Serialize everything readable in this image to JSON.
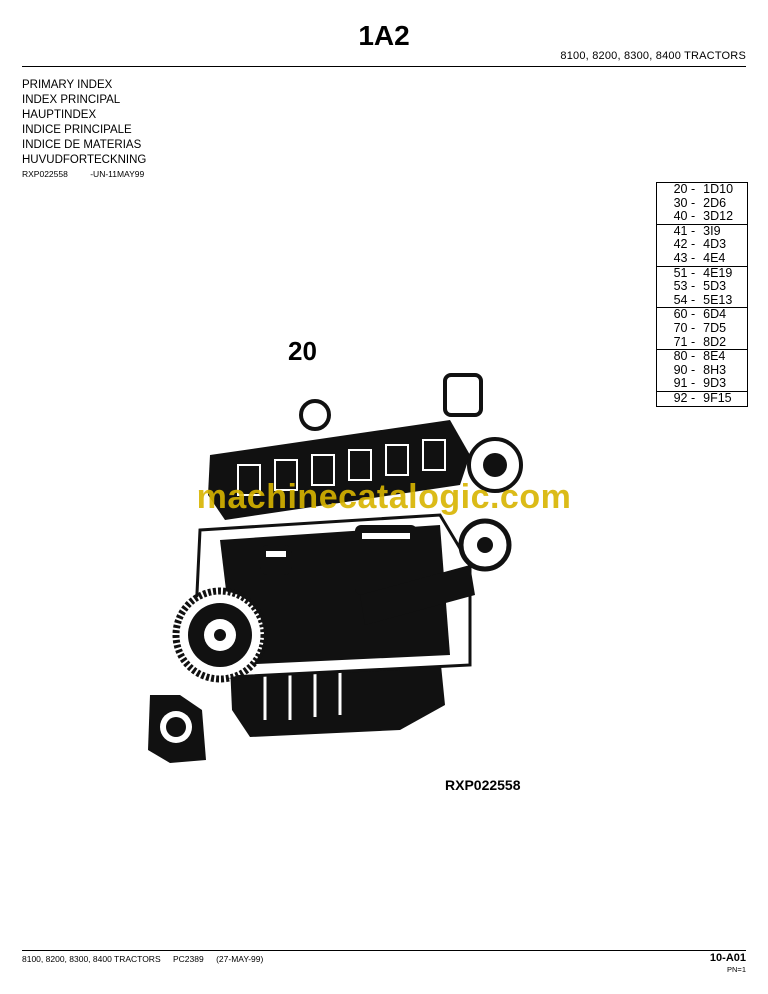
{
  "header": {
    "title": "1A2",
    "models": "8100, 8200, 8300, 8400 TRACTORS"
  },
  "index_titles": [
    "PRIMARY INDEX",
    "INDEX PRINCIPAL",
    "HAUPTINDEX",
    "INDICE PRINCIPALE",
    "INDICE DE MATERIAS",
    "HUVUDFORTECKNING"
  ],
  "reference": {
    "code": "RXP022558",
    "date": "-UN-11MAY99"
  },
  "index_table": [
    [
      {
        "section": "20 -",
        "page": "1D10"
      },
      {
        "section": "30 -",
        "page": "2D6"
      },
      {
        "section": "40 -",
        "page": "3D12"
      }
    ],
    [
      {
        "section": "41 -",
        "page": "3I9"
      },
      {
        "section": "42 -",
        "page": "4D3"
      },
      {
        "section": "43 -",
        "page": "4E4"
      }
    ],
    [
      {
        "section": "51 -",
        "page": "4E19"
      },
      {
        "section": "53 -",
        "page": "5D3"
      },
      {
        "section": "54 -",
        "page": "5E13"
      }
    ],
    [
      {
        "section": "60 -",
        "page": "6D4"
      },
      {
        "section": "70 -",
        "page": "7D5"
      },
      {
        "section": "71 -",
        "page": "8D2"
      }
    ],
    [
      {
        "section": "80 -",
        "page": "8E4"
      },
      {
        "section": "90 -",
        "page": "8H3"
      },
      {
        "section": "91 -",
        "page": "9D3"
      }
    ],
    [
      {
        "section": "92 -",
        "page": "9F15"
      }
    ]
  ],
  "figure": {
    "section_number": "20",
    "figure_id": "RXP022558",
    "illustration_icon": "engine-illustration"
  },
  "watermark": "machinecatalogic.com",
  "watermark_color": "#d8b400",
  "footer": {
    "models": "8100, 8200, 8300, 8400 TRACTORS",
    "catalog": "PC2389",
    "date": "(27-MAY-99)",
    "page": "10-A01",
    "pn": "PN=1"
  }
}
